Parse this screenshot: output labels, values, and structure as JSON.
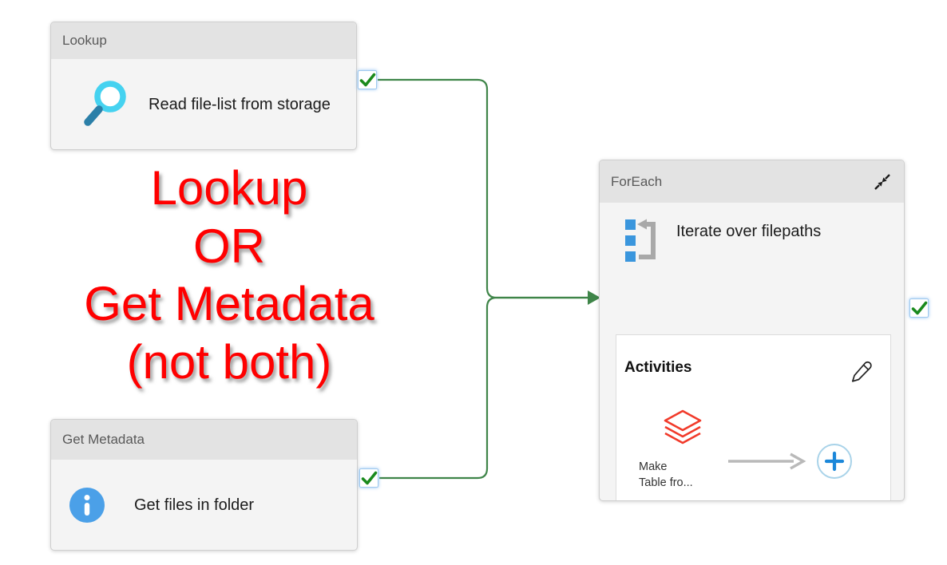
{
  "annotation": {
    "line1": "Lookup",
    "line2": "OR",
    "line3": "Get Metadata",
    "line4": "(not both)",
    "color": "#ff0000"
  },
  "nodes": {
    "lookup": {
      "title": "Lookup",
      "description": "Read file-list from storage",
      "icon": "magnifier-icon",
      "status": "succeeded"
    },
    "get_metadata": {
      "title": "Get Metadata",
      "description": "Get files in folder",
      "icon": "info-icon",
      "status": "succeeded"
    },
    "foreach": {
      "title": "ForEach",
      "description": "Iterate over filepaths",
      "icon": "foreach-loop-icon",
      "status": "succeeded",
      "activities_panel": {
        "label": "Activities",
        "activity": {
          "name_line1": "Make",
          "name_line2": "Table fro...",
          "icon": "databricks-icon"
        }
      }
    }
  },
  "colors": {
    "connector_green": "#3f8549",
    "check_green": "#1a8a1d",
    "annotation_red": "#ff0000",
    "header_gray": "#e3e3e3",
    "node_body_gray": "#f4f4f4",
    "foreach_icon_blue": "#3a96dd",
    "foreach_loop_gray": "#a9a9a9",
    "info_blue": "#4ba0e8",
    "magnifier_cyan": "#45d2f0",
    "magnifier_handle": "#2b7fa8",
    "databricks_red": "#f13a2a",
    "plus_blue": "#1b87d9",
    "plus_ring_blue": "#a9d3e9",
    "flow_arrow_gray": "#b9b9b9"
  }
}
